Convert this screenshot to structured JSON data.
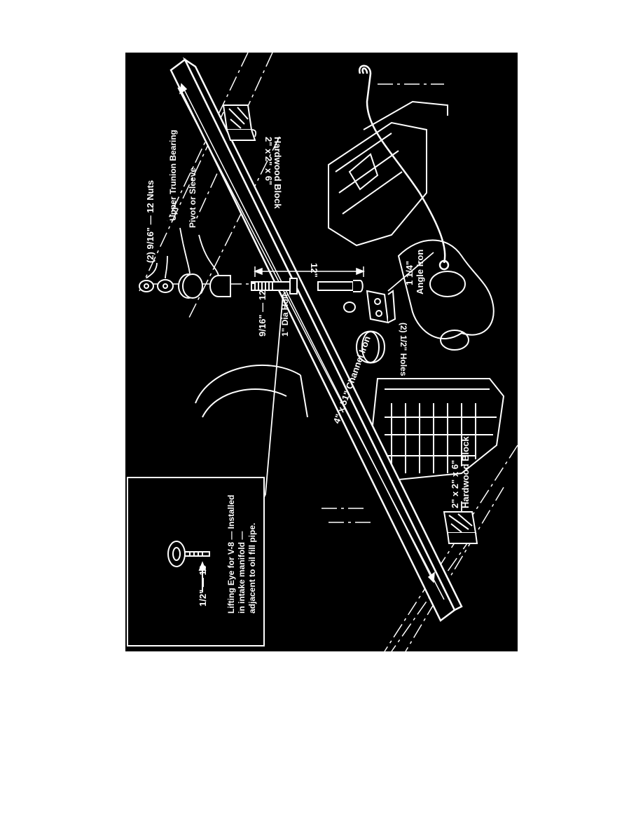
{
  "figure": {
    "background_color": "#000000",
    "line_color": "#ffffff",
    "labels": {
      "nuts": "(2) 9/16\" — 12 Nuts",
      "upper_trunion": "Upper Trunion Bearing",
      "pivot": "Pivot or Sleeve",
      "hardwood_block_top_1": "2\" x 2\" x 6\"",
      "hardwood_block_top_2": "Hardwood Block",
      "dimension": "12\"",
      "bolt": "9/16\" — 12",
      "dia_hole": "1\" Dia Hole",
      "channel_iron": "4\" x 51\" Channel Iron",
      "angle_iron_1": "1 1/4\"",
      "angle_iron_2": "Angle Iron",
      "holes": "(2) 1/2\" Holes",
      "hardwood_block_bottom_1": "2\" x 2\" x 6\"",
      "hardwood_block_bottom_2": "Hardwood Block"
    },
    "inset": {
      "bolt_size": "1/2\" — 13",
      "note_line1": "Lifting Eye for V-8 — Installed",
      "note_line2": "in intake manifold —",
      "note_line3": "adjacent to oil fill pipe."
    }
  }
}
